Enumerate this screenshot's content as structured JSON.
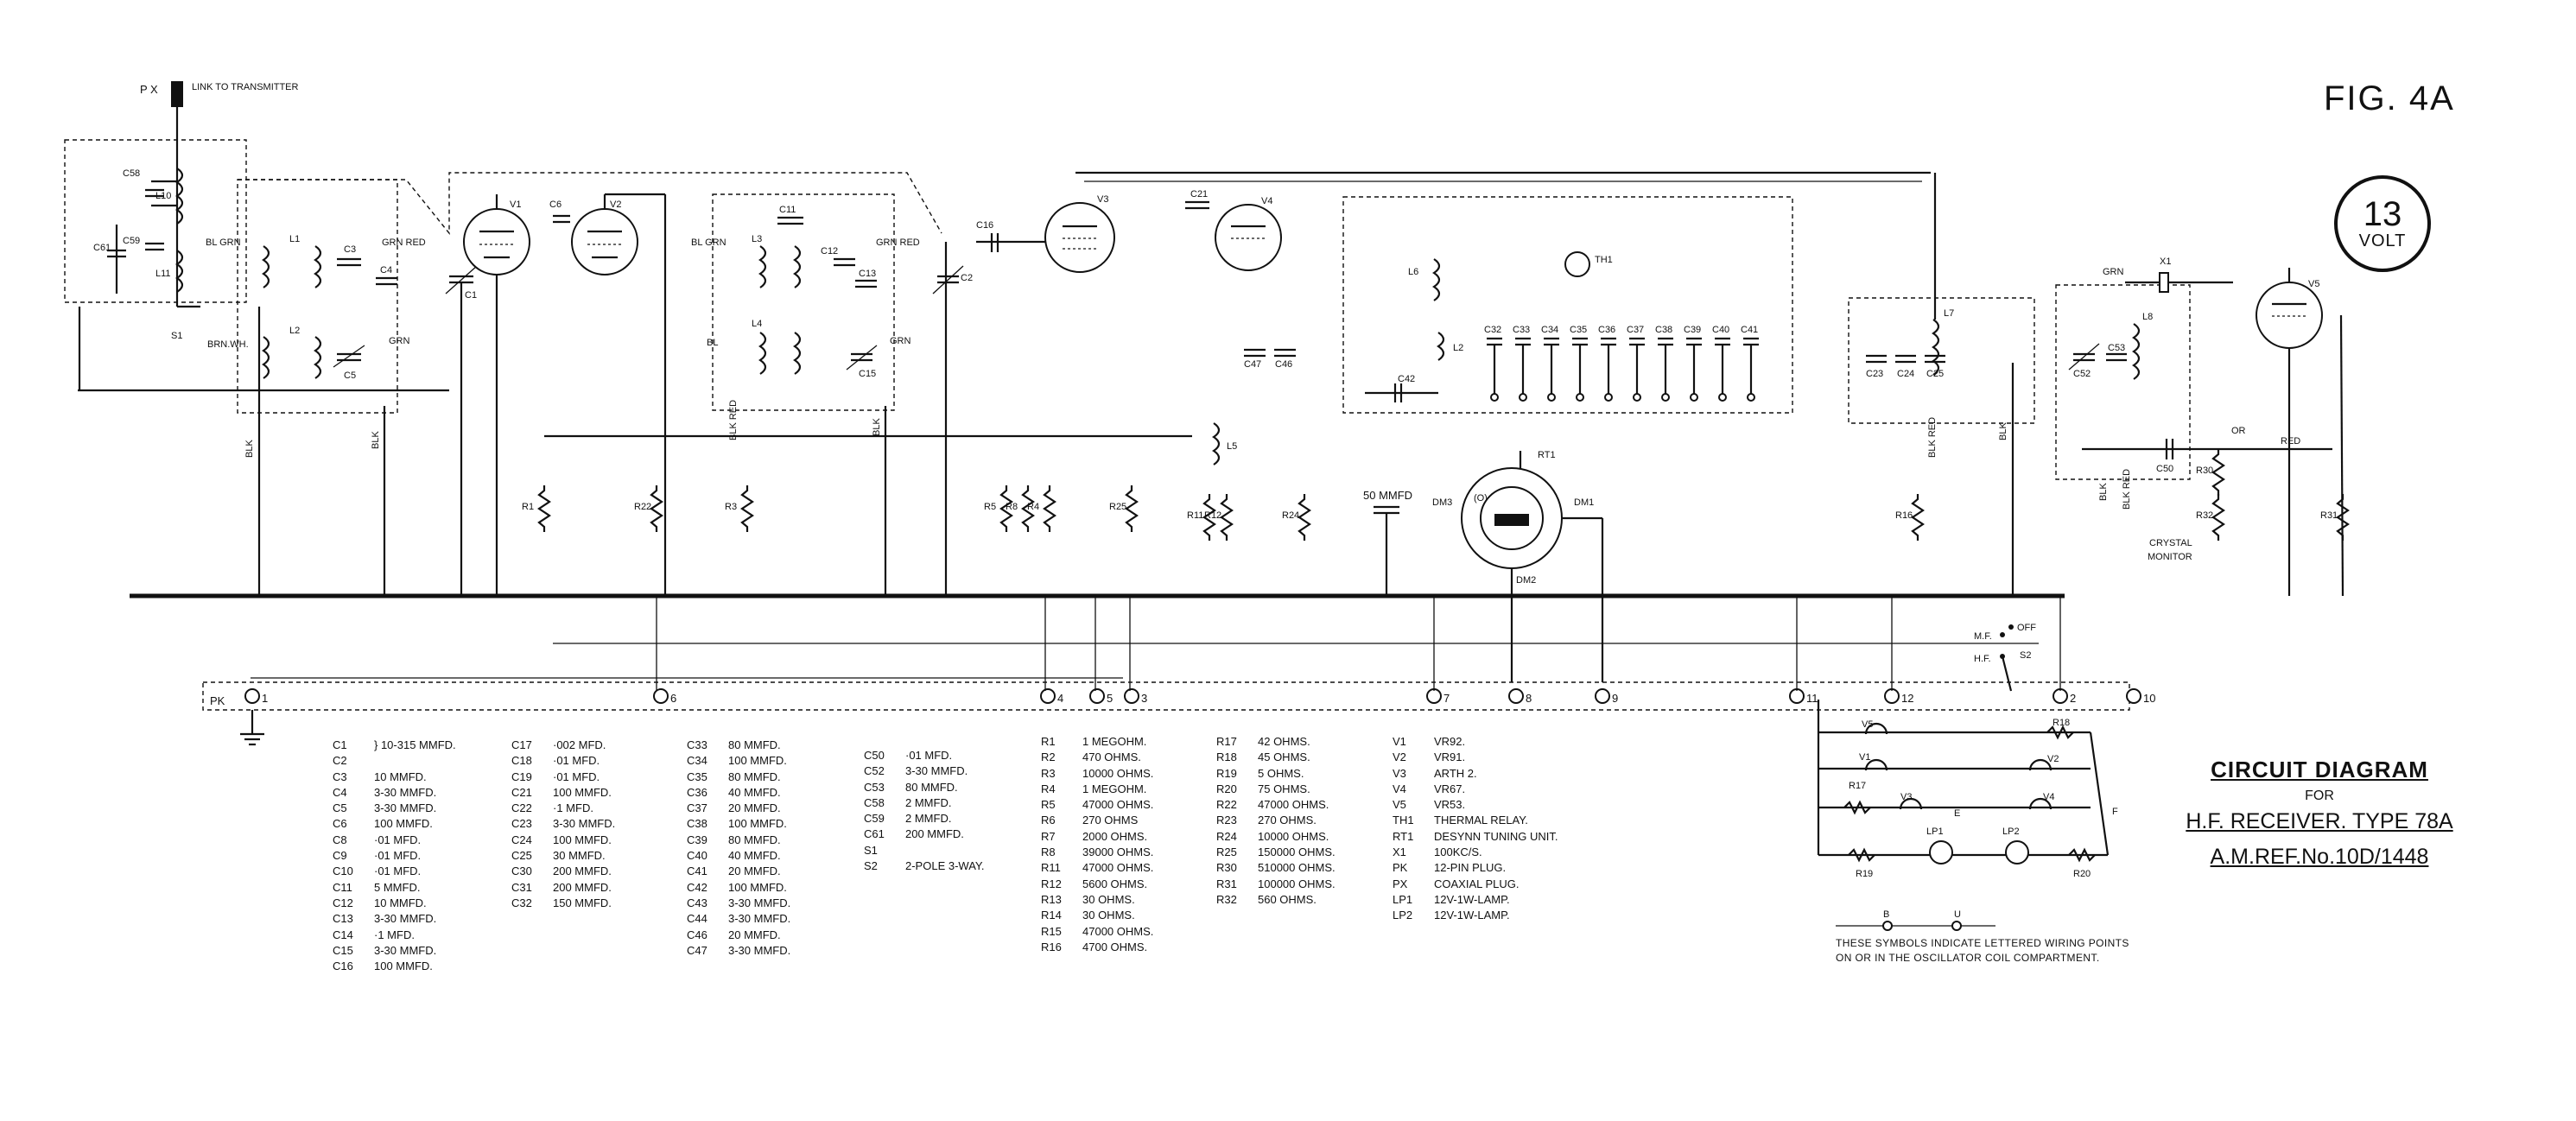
{
  "figure": {
    "label": "FIG. 4A",
    "volt_number": "13",
    "volt_unit": "VOLT"
  },
  "title_block": {
    "main": "CIRCUIT DIAGRAM",
    "for": "FOR",
    "subtitle": "H.F. RECEIVER. TYPE 78A",
    "ref": "A.M.REF.No.10D/1448"
  },
  "note": "THESE SYMBOLS INDICATE LETTERED WIRING POINTS ON OR IN THE OSCILLATOR COIL COMPARTMENT.",
  "diagram_labels": {
    "px": "P X",
    "link": "LINK TO TRANSMITTER",
    "pk": "PK",
    "mmfd50": "50 MMFD",
    "crystal1": "CRYSTAL",
    "crystal2": "MONITOR",
    "red": "RED",
    "or": "OR",
    "grn": "GRN",
    "blk": "BLK",
    "blkred": "BLK RED",
    "blgrn": "BL GRN",
    "grnred": "GRN RED",
    "brnwh": "BRN.WH.",
    "bl": "BL",
    "mf": "M.F.",
    "hf": "H.F.",
    "off": "OFF",
    "s1": "S1",
    "s2": "S2",
    "dm1": "DM1",
    "dm2": "DM2",
    "dm3": "DM3",
    "rt1": "RT1",
    "th1": "TH1"
  },
  "pins": [
    "1",
    "6",
    "4",
    "5",
    "3",
    "7",
    "8",
    "9",
    "11",
    "12",
    "2",
    "10"
  ],
  "legend": {
    "col1": [
      {
        "ref": "C1",
        "val": "} 10-315 MMFD."
      },
      {
        "ref": "C2",
        "val": ""
      },
      {
        "ref": "C3",
        "val": "10 MMFD."
      },
      {
        "ref": "C4",
        "val": "3-30 MMFD."
      },
      {
        "ref": "C5",
        "val": "3-30 MMFD."
      },
      {
        "ref": "C6",
        "val": "100 MMFD."
      },
      {
        "ref": "",
        "val": ""
      },
      {
        "ref": "C8",
        "val": "·01 MFD."
      },
      {
        "ref": "C9",
        "val": "·01 MFD."
      },
      {
        "ref": "C10",
        "val": "·01 MFD."
      },
      {
        "ref": "C11",
        "val": "5 MMFD."
      },
      {
        "ref": "C12",
        "val": "10 MMFD."
      },
      {
        "ref": "C13",
        "val": "3-30 MMFD."
      },
      {
        "ref": "C14",
        "val": "·1 MFD."
      },
      {
        "ref": "C15",
        "val": "3-30 MMFD."
      },
      {
        "ref": "C16",
        "val": "100 MMFD."
      }
    ],
    "col2": [
      {
        "ref": "C17",
        "val": "·002 MFD."
      },
      {
        "ref": "C18",
        "val": "·01 MFD."
      },
      {
        "ref": "C19",
        "val": "·01 MFD."
      },
      {
        "ref": "",
        "val": ""
      },
      {
        "ref": "C21",
        "val": "100 MMFD."
      },
      {
        "ref": "C22",
        "val": "·1 MFD."
      },
      {
        "ref": "C23",
        "val": "3-30 MMFD."
      },
      {
        "ref": "C24",
        "val": "100 MMFD."
      },
      {
        "ref": "C25",
        "val": "30 MMFD."
      },
      {
        "ref": "",
        "val": ""
      },
      {
        "ref": "",
        "val": ""
      },
      {
        "ref": "",
        "val": ""
      },
      {
        "ref": "",
        "val": ""
      },
      {
        "ref": "C30",
        "val": "200 MMFD."
      },
      {
        "ref": "C31",
        "val": "200 MMFD."
      },
      {
        "ref": "C32",
        "val": "150 MMFD."
      }
    ],
    "col3": [
      {
        "ref": "C33",
        "val": "80 MMFD."
      },
      {
        "ref": "C34",
        "val": "100 MMFD."
      },
      {
        "ref": "C35",
        "val": "80 MMFD."
      },
      {
        "ref": "C36",
        "val": "40 MMFD."
      },
      {
        "ref": "C37",
        "val": "20 MMFD."
      },
      {
        "ref": "C38",
        "val": "100 MMFD."
      },
      {
        "ref": "C39",
        "val": "80 MMFD."
      },
      {
        "ref": "C40",
        "val": "40 MMFD."
      },
      {
        "ref": "C41",
        "val": "20 MMFD."
      },
      {
        "ref": "C42",
        "val": "100 MMFD."
      },
      {
        "ref": "C43",
        "val": "3-30 MMFD."
      },
      {
        "ref": "C44",
        "val": "3-30 MMFD."
      },
      {
        "ref": "",
        "val": ""
      },
      {
        "ref": "C46",
        "val": "20 MMFD."
      },
      {
        "ref": "C47",
        "val": "3-30 MMFD."
      }
    ],
    "col4": [
      {
        "ref": "C50",
        "val": "·01 MFD."
      },
      {
        "ref": "",
        "val": ""
      },
      {
        "ref": "C52",
        "val": "3-30 MMFD."
      },
      {
        "ref": "C53",
        "val": "80 MMFD."
      },
      {
        "ref": "",
        "val": ""
      },
      {
        "ref": "",
        "val": ""
      },
      {
        "ref": "",
        "val": ""
      },
      {
        "ref": "C58",
        "val": "2 MMFD."
      },
      {
        "ref": "C59",
        "val": "2 MMFD."
      },
      {
        "ref": "",
        "val": ""
      },
      {
        "ref": "C61",
        "val": "200 MMFD."
      },
      {
        "ref": "",
        "val": ""
      },
      {
        "ref": "S1",
        "val": ""
      },
      {
        "ref": "S2",
        "val": "2-POLE 3-WAY."
      }
    ],
    "col5": [
      {
        "ref": "R1",
        "val": "1 MEGOHM."
      },
      {
        "ref": "R2",
        "val": "470 OHMS."
      },
      {
        "ref": "R3",
        "val": "10000 OHMS."
      },
      {
        "ref": "R4",
        "val": "1 MEGOHM."
      },
      {
        "ref": "R5",
        "val": "47000 OHMS."
      },
      {
        "ref": "R6",
        "val": "270 OHMS"
      },
      {
        "ref": "R7",
        "val": "2000 OHMS."
      },
      {
        "ref": "R8",
        "val": "39000 OHMS."
      },
      {
        "ref": "",
        "val": ""
      },
      {
        "ref": "",
        "val": ""
      },
      {
        "ref": "R11",
        "val": "47000 OHMS."
      },
      {
        "ref": "R12",
        "val": "5600 OHMS."
      },
      {
        "ref": "R13",
        "val": "30 OHMS."
      },
      {
        "ref": "R14",
        "val": "30 OHMS."
      },
      {
        "ref": "R15",
        "val": "47000 OHMS."
      },
      {
        "ref": "R16",
        "val": "4700 OHMS."
      }
    ],
    "col6": [
      {
        "ref": "R17",
        "val": "42 OHMS."
      },
      {
        "ref": "R18",
        "val": "45 OHMS."
      },
      {
        "ref": "R19",
        "val": "5 OHMS."
      },
      {
        "ref": "R20",
        "val": "75 OHMS."
      },
      {
        "ref": "",
        "val": ""
      },
      {
        "ref": "R22",
        "val": "47000 OHMS."
      },
      {
        "ref": "R23",
        "val": "270 OHMS."
      },
      {
        "ref": "R24",
        "val": "10000 OHMS."
      },
      {
        "ref": "R25",
        "val": "150000 OHMS."
      },
      {
        "ref": "",
        "val": ""
      },
      {
        "ref": "",
        "val": ""
      },
      {
        "ref": "",
        "val": ""
      },
      {
        "ref": "",
        "val": ""
      },
      {
        "ref": "R30",
        "val": "510000 OHMS."
      },
      {
        "ref": "R31",
        "val": "100000 OHMS."
      },
      {
        "ref": "R32",
        "val": "560 OHMS."
      }
    ],
    "col7": [
      {
        "ref": "V1",
        "val": "VR92."
      },
      {
        "ref": "V2",
        "val": "VR91."
      },
      {
        "ref": "V3",
        "val": "ARTH 2."
      },
      {
        "ref": "V4",
        "val": "VR67."
      },
      {
        "ref": "V5",
        "val": "VR53."
      },
      {
        "ref": "",
        "val": ""
      },
      {
        "ref": "TH1",
        "val": "THERMAL RELAY."
      },
      {
        "ref": "",
        "val": ""
      },
      {
        "ref": "RT1",
        "val": "DESYNN TUNING UNIT."
      },
      {
        "ref": "",
        "val": ""
      },
      {
        "ref": "X1",
        "val": "100KC/S."
      },
      {
        "ref": "",
        "val": ""
      },
      {
        "ref": "PK",
        "val": "12-PIN PLUG."
      },
      {
        "ref": "PX",
        "val": "COAXIAL PLUG."
      },
      {
        "ref": "LP1",
        "val": "12V-1W-LAMP."
      },
      {
        "ref": "LP2",
        "val": "12V-1W-LAMP."
      }
    ]
  }
}
